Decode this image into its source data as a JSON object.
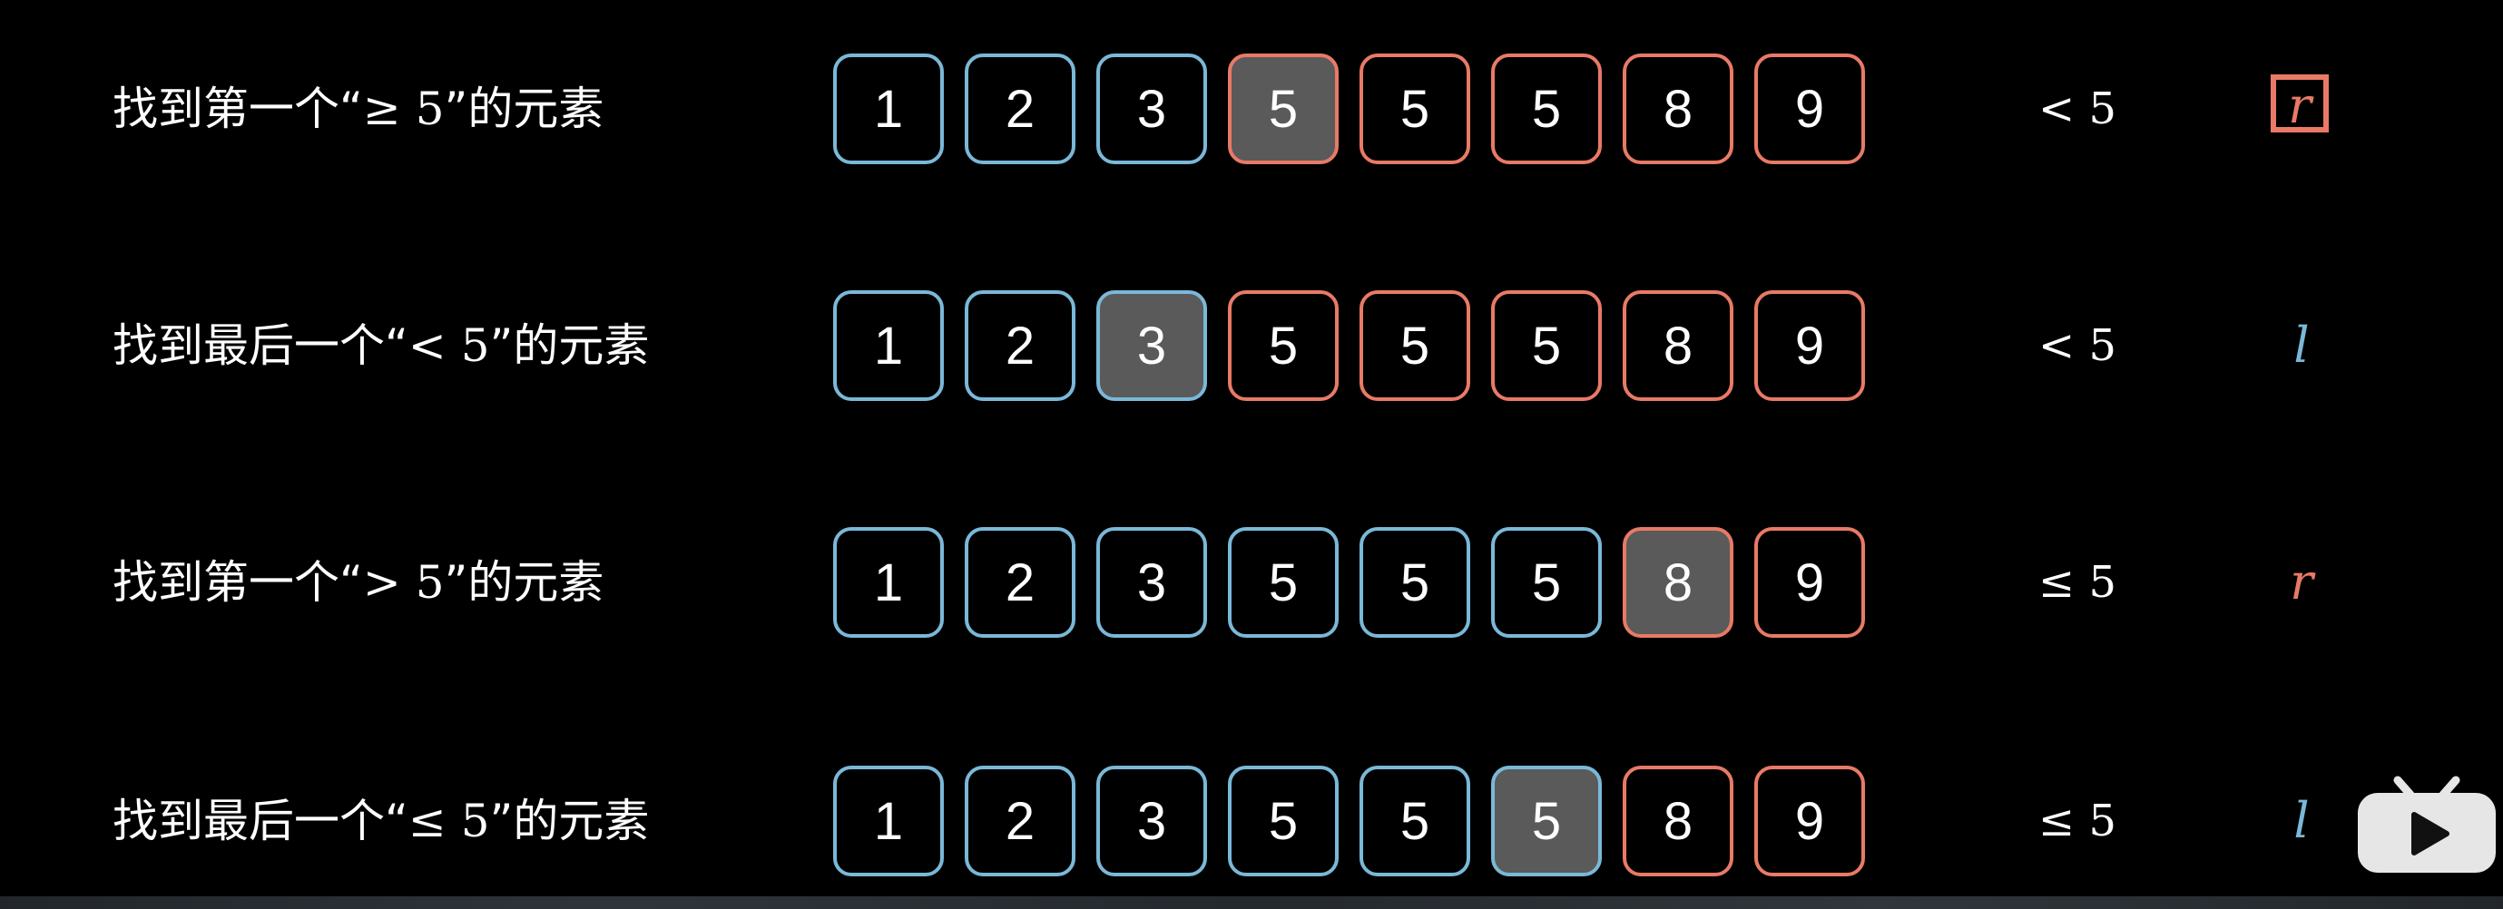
{
  "colors": {
    "background": "#000000",
    "blue": "#7ab8d8",
    "red": "#e87a66",
    "highlight": "#5a5a5a",
    "text": "#ffffff"
  },
  "rows": [
    {
      "title_prefix": "找到第一个“",
      "title_math": "≥ 5",
      "title_suffix": "”的元素",
      "cells": [
        {
          "value": "1",
          "color": "blue",
          "highlight": false
        },
        {
          "value": "2",
          "color": "blue",
          "highlight": false
        },
        {
          "value": "3",
          "color": "blue",
          "highlight": false
        },
        {
          "value": "5",
          "color": "red",
          "highlight": true
        },
        {
          "value": "5",
          "color": "red",
          "highlight": false
        },
        {
          "value": "5",
          "color": "red",
          "highlight": false
        },
        {
          "value": "8",
          "color": "red",
          "highlight": false
        },
        {
          "value": "9",
          "color": "red",
          "highlight": false
        }
      ],
      "condition": "< 5",
      "pointer": "r",
      "pointer_color": "red",
      "pointer_boxed": true
    },
    {
      "title_prefix": "找到最后一个“",
      "title_math": "< 5",
      "title_suffix": "”的元素",
      "cells": [
        {
          "value": "1",
          "color": "blue",
          "highlight": false
        },
        {
          "value": "2",
          "color": "blue",
          "highlight": false
        },
        {
          "value": "3",
          "color": "blue",
          "highlight": true
        },
        {
          "value": "5",
          "color": "red",
          "highlight": false
        },
        {
          "value": "5",
          "color": "red",
          "highlight": false
        },
        {
          "value": "5",
          "color": "red",
          "highlight": false
        },
        {
          "value": "8",
          "color": "red",
          "highlight": false
        },
        {
          "value": "9",
          "color": "red",
          "highlight": false
        }
      ],
      "condition": "< 5",
      "pointer": "l",
      "pointer_color": "blue",
      "pointer_boxed": false
    },
    {
      "title_prefix": "找到第一个“",
      "title_math": "> 5",
      "title_suffix": "”的元素",
      "cells": [
        {
          "value": "1",
          "color": "blue",
          "highlight": false
        },
        {
          "value": "2",
          "color": "blue",
          "highlight": false
        },
        {
          "value": "3",
          "color": "blue",
          "highlight": false
        },
        {
          "value": "5",
          "color": "blue",
          "highlight": false
        },
        {
          "value": "5",
          "color": "blue",
          "highlight": false
        },
        {
          "value": "5",
          "color": "blue",
          "highlight": false
        },
        {
          "value": "8",
          "color": "red",
          "highlight": true
        },
        {
          "value": "9",
          "color": "red",
          "highlight": false
        }
      ],
      "condition": "≤ 5",
      "pointer": "r",
      "pointer_color": "red",
      "pointer_boxed": false
    },
    {
      "title_prefix": "找到最后一个“",
      "title_math": "≤ 5",
      "title_suffix": "”的元素",
      "cells": [
        {
          "value": "1",
          "color": "blue",
          "highlight": false
        },
        {
          "value": "2",
          "color": "blue",
          "highlight": false
        },
        {
          "value": "3",
          "color": "blue",
          "highlight": false
        },
        {
          "value": "5",
          "color": "blue",
          "highlight": false
        },
        {
          "value": "5",
          "color": "blue",
          "highlight": false
        },
        {
          "value": "5",
          "color": "blue",
          "highlight": true
        },
        {
          "value": "8",
          "color": "red",
          "highlight": false
        },
        {
          "value": "9",
          "color": "red",
          "highlight": false
        }
      ],
      "condition": "≤ 5",
      "pointer": "l",
      "pointer_color": "blue",
      "pointer_boxed": false
    }
  ],
  "logo": {
    "icon": "bilibili-tv-icon"
  }
}
